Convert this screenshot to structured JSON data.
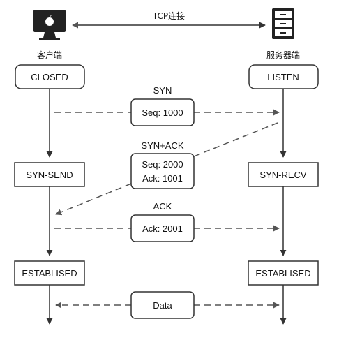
{
  "header": {
    "connection_label": "TCP连接"
  },
  "client": {
    "icon": "computer-icon",
    "label": "客户端",
    "states": {
      "closed": "CLOSED",
      "syn_send": "SYN-SEND",
      "established": "ESTABLISED"
    }
  },
  "server": {
    "icon": "server-cabinet-icon",
    "label": "服务器端",
    "states": {
      "listen": "LISTEN",
      "syn_recv": "SYN-RECV",
      "established": "ESTABLISED"
    }
  },
  "messages": {
    "syn": {
      "title": "SYN",
      "line1": "Seq: 1000"
    },
    "syn_ack": {
      "title": "SYN+ACK",
      "line1": "Seq: 2000",
      "line2": "Ack: 1001"
    },
    "ack": {
      "title": "ACK",
      "line1": "Ack: 2001"
    },
    "data": {
      "line1": "Data"
    }
  },
  "colors": {
    "stroke": "#333333",
    "dash": "#555555",
    "box_fill": "#ffffff",
    "icon": "#222222"
  }
}
